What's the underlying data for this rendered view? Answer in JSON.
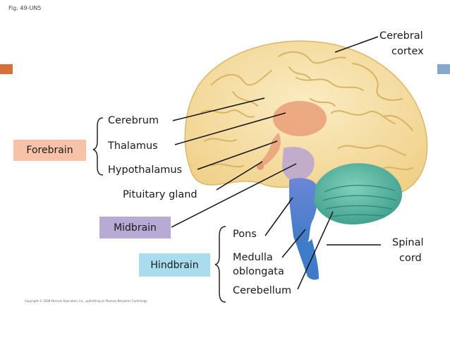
{
  "figure_label": "Fig. 49-UN5",
  "copyright": "Copyright © 2008 Pearson Education, Inc., publishing as Pearson Benjamin Cummings.",
  "regions": {
    "forebrain": "Forebrain",
    "midbrain": "Midbrain",
    "hindbrain": "Hindbrain"
  },
  "labels": {
    "cerebral_cortex_1": "Cerebral",
    "cerebral_cortex_2": "cortex",
    "cerebrum": "Cerebrum",
    "thalamus": "Thalamus",
    "hypothalamus": "Hypothalamus",
    "pituitary": "Pituitary gland",
    "pons": "Pons",
    "medulla_1": "Medulla",
    "medulla_2": "oblongata",
    "cerebellum": "Cerebellum",
    "spinal_1": "Spinal",
    "spinal_2": "cord"
  },
  "colors": {
    "forebrain": "#f7c2a8",
    "midbrain": "#b7abd6",
    "hindbrain": "#a9ddee",
    "cerebrum": "#f6dfa0",
    "cerebellum": "#55b9a8",
    "brainstem": "#5a8fd1",
    "accent_left": "#d86f38",
    "accent_right": "#86a8cf"
  }
}
